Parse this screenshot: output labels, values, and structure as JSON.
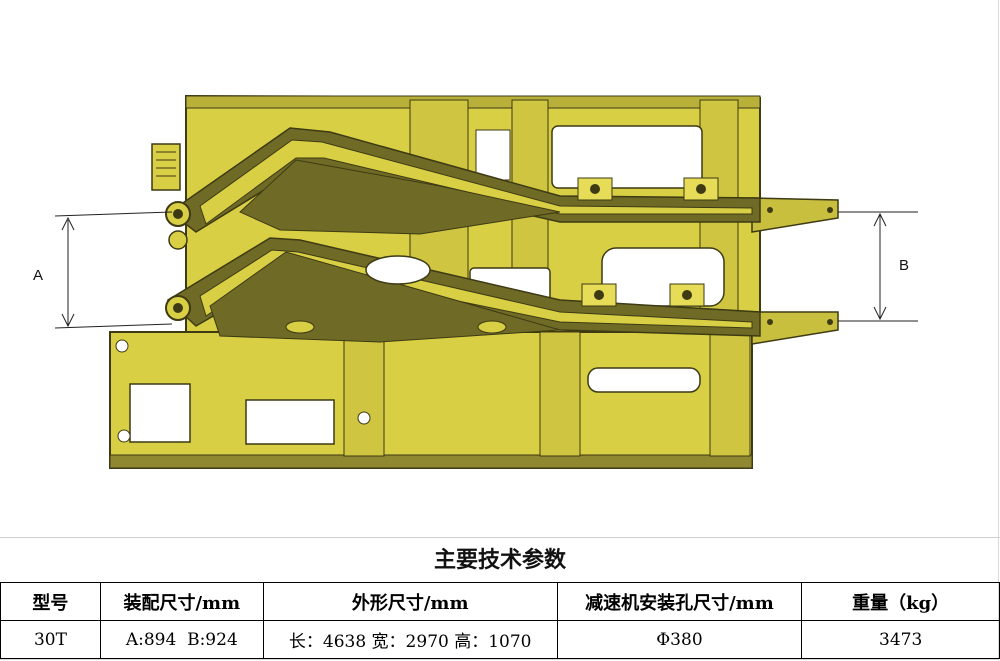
{
  "drawing": {
    "dim_a_label": "A",
    "dim_b_label": "B",
    "colors": {
      "frame_fill": "#d9cf45",
      "frame_dark": "#6f6a25",
      "frame_edge": "#3d3a14",
      "hole_fill": "#ffffff"
    }
  },
  "table": {
    "title": "主要技术参数",
    "headers": [
      "型号",
      "装配尺寸/mm",
      "外形尺寸/mm",
      "减速机安装孔尺寸/mm",
      "重量（kg）"
    ],
    "rows": [
      [
        "30T",
        "A:894  B:924",
        "长：4638 宽：2970 高：1070",
        "Φ380",
        "3473"
      ]
    ]
  }
}
